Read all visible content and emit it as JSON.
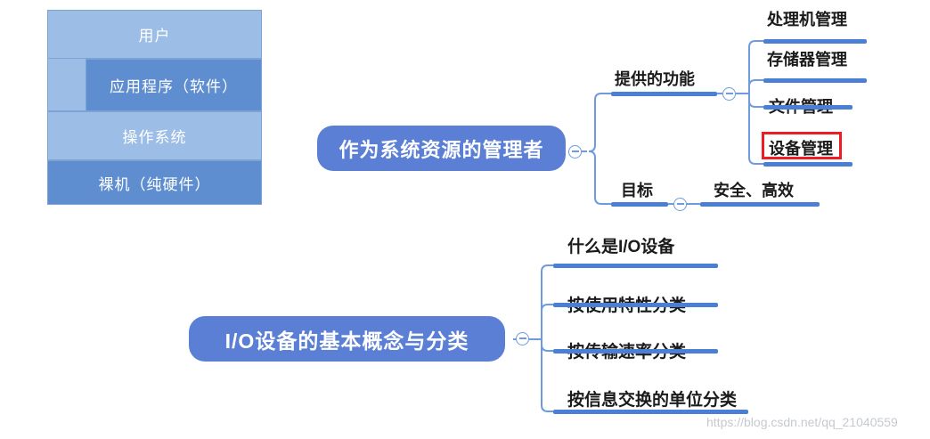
{
  "layered_diagram": {
    "name": "operating-system-layers",
    "layers": [
      {
        "label": "用户",
        "tone": "light"
      },
      {
        "label": "应用程序（软件）",
        "tone": "dark"
      },
      {
        "label": "操作系统",
        "tone": "light"
      },
      {
        "label": "裸机（纯硬件）",
        "tone": "dark"
      }
    ]
  },
  "mindmap_top": {
    "root": "作为系统资源的管理者",
    "branches": [
      {
        "label": "提供的功能",
        "children": [
          "处理机管理",
          "存储器管理",
          "文件管理",
          "设备管理"
        ],
        "highlighted_child": "设备管理"
      },
      {
        "label": "目标",
        "children": [
          "安全、高效"
        ]
      }
    ]
  },
  "mindmap_bottom": {
    "root": "I/O设备的基本概念与分类",
    "children": [
      "什么是I/O设备",
      "按使用特性分类",
      "按传输速率分类",
      "按信息交换的单位分类"
    ]
  },
  "icons": {
    "collapse": "minus-circle-icon"
  },
  "colors": {
    "pill": "#5b7fd4",
    "layer_light": "#9cbde6",
    "layer_dark": "#5f8ed0",
    "bar": "#4a7fd6",
    "wire": "#6f9ae0",
    "highlight": "#ee1c23",
    "watermark": "#c6c9cf"
  },
  "watermark": "https://blog.csdn.net/qq_21040559"
}
